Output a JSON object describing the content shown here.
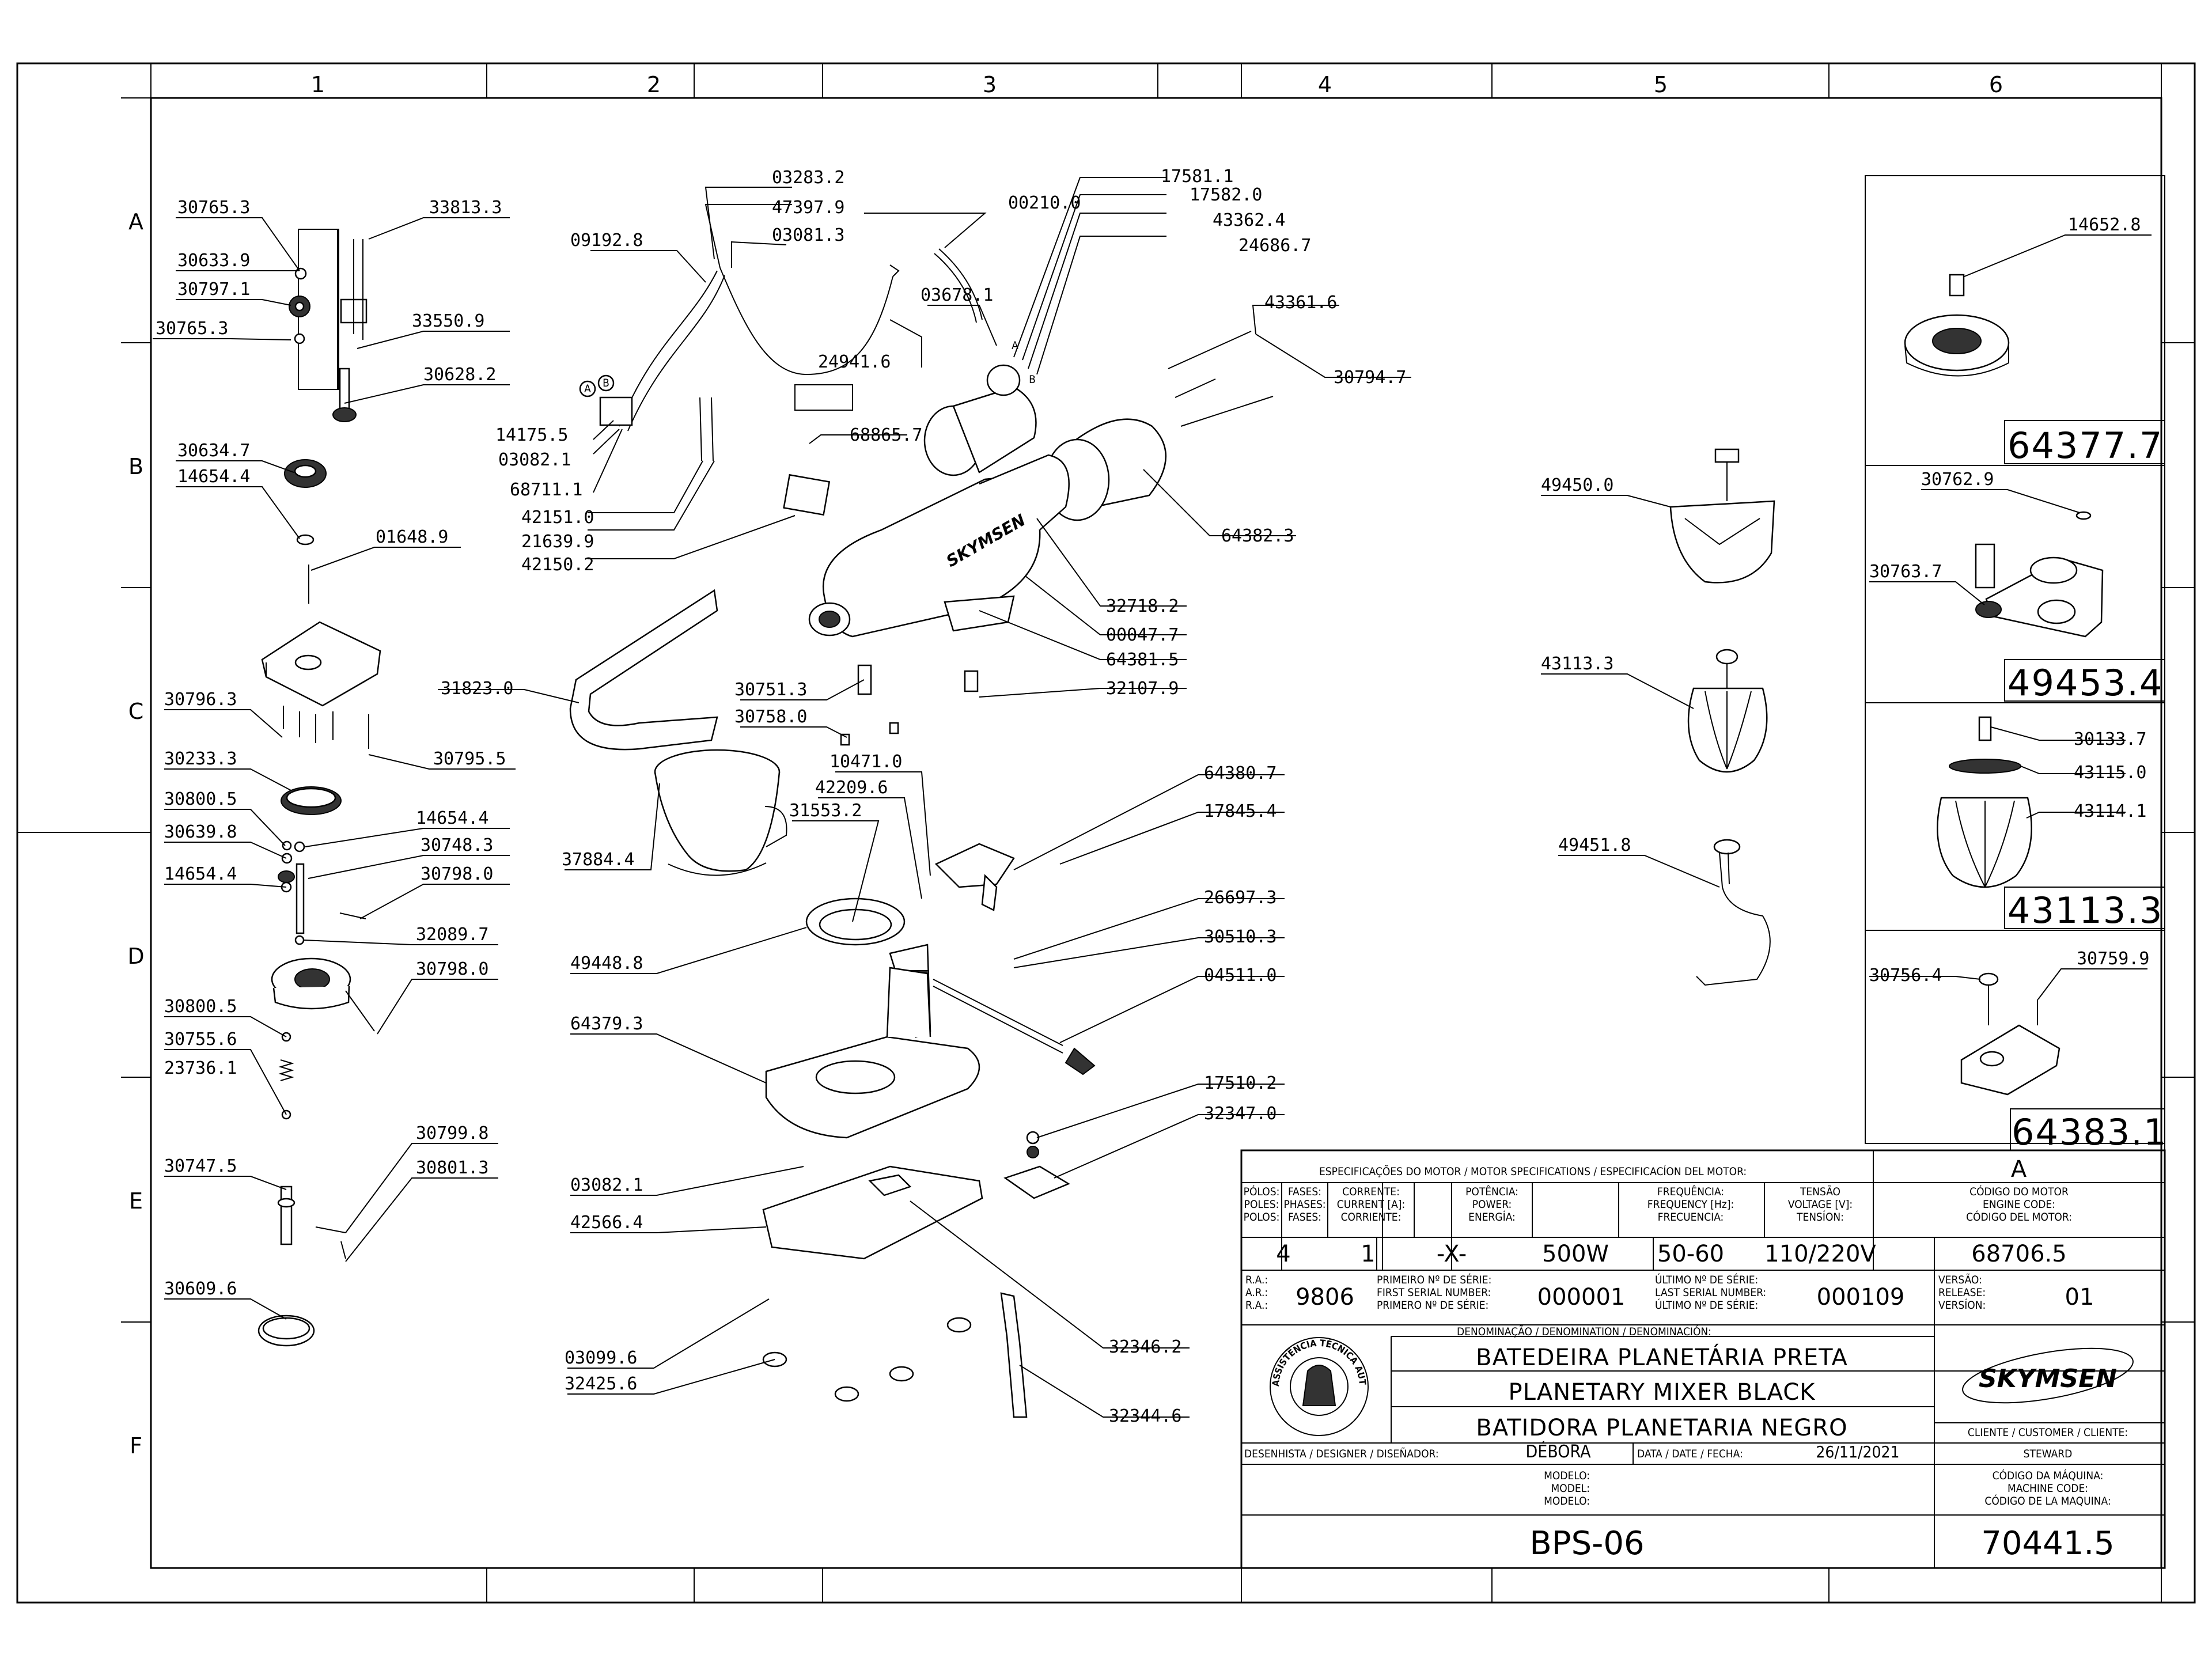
{
  "zones": {
    "columns": [
      "1",
      "2",
      "3",
      "4",
      "5",
      "6"
    ],
    "rows": [
      "A",
      "B",
      "C",
      "D",
      "E",
      "F"
    ]
  },
  "part_numbers": {
    "p30765_3a": "30765.3",
    "p33813_3": "33813.3",
    "p30633_9": "30633.9",
    "p30797_1": "30797.1",
    "p30765_3b": "30765.3",
    "p33550_9": "33550.9",
    "p30628_2": "30628.2",
    "p30634_7": "30634.7",
    "p14654_4a": "14654.4",
    "p01648_9": "01648.9",
    "p30796_3": "30796.3",
    "p30795_5": "30795.5",
    "p30233_3": "30233.3",
    "p30800_5a": "30800.5",
    "p14654_4b": "14654.4",
    "p30639_8": "30639.8",
    "p30748_3": "30748.3",
    "p14654_4c": "14654.4",
    "p30798_0a": "30798.0",
    "p32089_7": "32089.7",
    "p30798_0b": "30798.0",
    "p30800_5b": "30800.5",
    "p30755_6": "30755.6",
    "p23736_1": "23736.1",
    "p30799_8": "30799.8",
    "p30747_5": "30747.5",
    "p30801_3": "30801.3",
    "p30609_6": "30609.6",
    "p03283_2": "03283.2",
    "p47397_9": "47397.9",
    "p03081_3": "03081.3",
    "p09192_8": "09192.8",
    "p00210_0": "00210.0",
    "p03678_1": "03678.1",
    "p24941_6": "24941.6",
    "p14175_5": "14175.5",
    "p03082_1a": "03082.1",
    "p68865_7": "68865.7",
    "p68711_1": "68711.1",
    "p42151_0": "42151.0",
    "p21639_9": "21639.9",
    "p42150_2": "42150.2",
    "p17581_1": "17581.1",
    "p17582_0": "17582.0",
    "p43362_4": "43362.4",
    "p24686_7": "24686.7",
    "p43361_6": "43361.6",
    "p30794_7": "30794.7",
    "p64382_3": "64382.3",
    "p32718_2": "32718.2",
    "p00047_7": "00047.7",
    "p64381_5": "64381.5",
    "p31823_0": "31823.0",
    "p30751_3": "30751.3",
    "p32107_9": "32107.9",
    "p30758_0": "30758.0",
    "p10471_0": "10471.0",
    "p42209_6": "42209.6",
    "p31553_2": "31553.2",
    "p37884_4": "37884.4",
    "p64380_7": "64380.7",
    "p17845_4": "17845.4",
    "p26697_3": "26697.3",
    "p30510_3": "30510.3",
    "p49448_8": "49448.8",
    "p04511_0": "04511.0",
    "p64379_3": "64379.3",
    "p17510_2": "17510.2",
    "p32347_0": "32347.0",
    "p03082_1b": "03082.1",
    "p42566_4": "42566.4",
    "p03099_6": "03099.6",
    "p32346_2": "32346.2",
    "p32425_6": "32425.6",
    "p32344_6": "32344.6",
    "p49450_0": "49450.0",
    "p43113_3": "43113.3",
    "p49451_8": "49451.8",
    "p14652_8": "14652.8",
    "p30762_9": "30762.9",
    "p30763_7": "30763.7",
    "p30133_7": "30133.7",
    "p43115_0": "43115.0",
    "p43114_1": "43114.1",
    "p30756_4": "30756.4",
    "p30759_9": "30759.9"
  },
  "callouts": {
    "a1": "A",
    "b1": "B",
    "a2": "A",
    "b2": "B"
  },
  "assemblies": {
    "a64377_7": "64377.7",
    "a49453_4": "49453.4",
    "a43113_3": "43113.3",
    "a64383_1": "64383.1"
  },
  "brand_on_body": "SKYMSEN",
  "title_block": {
    "spec_header": "ESPECIFICAÇÕES DO MOTOR / MOTOR SPECIFICATIONS / ESPECIFICACÍON DEL MOTOR:",
    "version_letter": "A",
    "poles_label": [
      "PÓLOS:",
      "POLES:",
      "POLOS:"
    ],
    "phases_label": [
      "FASES:",
      "PHASES:",
      "FASES:"
    ],
    "current_label": [
      "CORRENTE:",
      "CURRENT [A]:",
      "CORRIENTE:"
    ],
    "power_label": [
      "POTÊNCIA:",
      "POWER:",
      "ENERGÍA:"
    ],
    "frequency_label": [
      "FREQUÊNCIA:",
      "FREQUENCY [Hz]:",
      "FRECUENCIA:"
    ],
    "voltage_label": [
      "TENSÃO",
      "VOLTAGE [V]:",
      "TENSÍON:"
    ],
    "engine_code_label": [
      "CÓDIGO DO MOTOR",
      "ENGINE CODE:",
      "CÓDIGO DEL MOTOR:"
    ],
    "poles": "4",
    "phases": "1",
    "current": "-X-",
    "power": "500W",
    "frequency": "50-60",
    "voltage": "110/220V",
    "engine_code": "68706.5",
    "ra_label": [
      "R.A.:",
      "A.R.:",
      "R.A.:"
    ],
    "ra": "9806",
    "first_serial_label": [
      "PRIMEIRO Nº DE SÉRIE:",
      "FIRST SERIAL NUMBER:",
      "PRIMERO Nº DE SÉRIE:"
    ],
    "first_serial": "000001",
    "last_serial_label": [
      "ÚLTIMO Nº DE SÉRIE:",
      "LAST SERIAL NUMBER:",
      "ÚLTIMO Nº DE SÉRIE:"
    ],
    "last_serial": "000109",
    "version_label": [
      "VERSÃO:",
      "RELEASE:",
      "VERSÍON:"
    ],
    "version": "01",
    "denomination_label": "DENOMINAÇÃO / DENOMINATION / DENOMINACIÓN:",
    "name_pt": "BATEDEIRA PLANETÁRIA PRETA",
    "name_en": "PLANETARY MIXER BLACK",
    "name_es": "BATIDORA PLANETARIA NEGRO",
    "seal_text": "ASSISTÊNCIA TÉCNICA AUTORIZADA",
    "brand": "SKYMSEN",
    "client_label": "CLIENTE / CUSTOMER / CLIENTE:",
    "client": "STEWARD",
    "designer_label": "DESENHISTA / DESIGNER / DISEÑADOR:",
    "designer": "DÉBORA",
    "date_label": "DATA / DATE / FECHA:",
    "date": "26/11/2021",
    "model_label": [
      "MODELO:",
      "MODEL:",
      "MODELO:"
    ],
    "model": "BPS-06",
    "machine_code_label": [
      "CÓDIGO DA MÁQUINA:",
      "MACHINE CODE:",
      "CÓDIGO DE LA MAQUINA:"
    ],
    "machine_code": "70441.5"
  }
}
